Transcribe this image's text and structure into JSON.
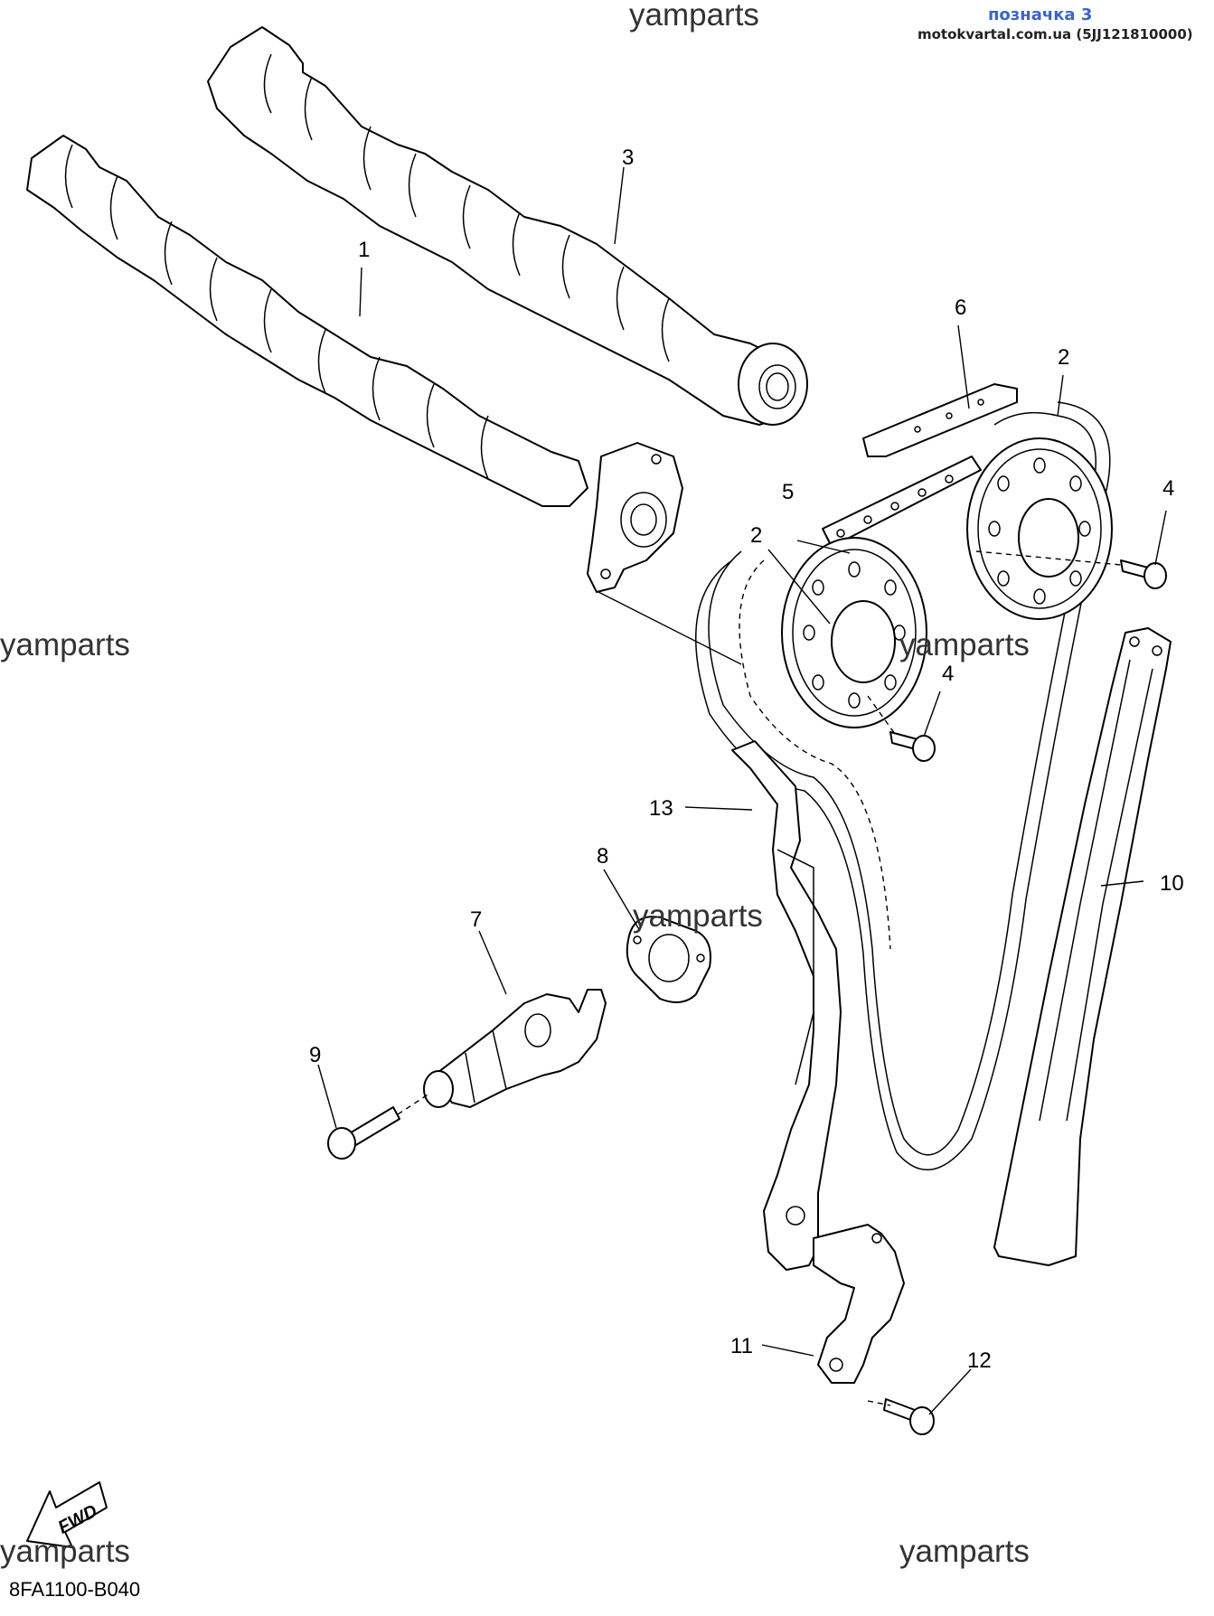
{
  "header": {
    "title": "позначка 3",
    "source": "motokvartal.com.ua (5JJ121810000)"
  },
  "watermarks": [
    "yamparts",
    "yamparts",
    "yamparts",
    "yamparts",
    "yamparts",
    "yamparts"
  ],
  "callouts": [
    "1",
    "2",
    "2",
    "3",
    "4",
    "4",
    "5",
    "6",
    "7",
    "8",
    "9",
    "10",
    "11",
    "12",
    "13"
  ],
  "fwd_label": "FWD",
  "diagram_ref": "8FA1100-B040"
}
